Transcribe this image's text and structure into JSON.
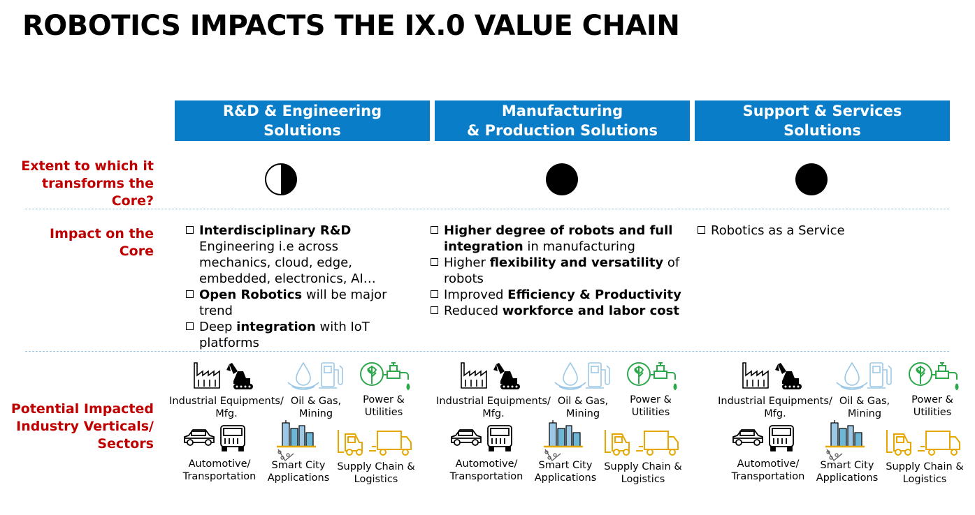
{
  "title": "ROBOTICS IMPACTS THE IX.0 VALUE CHAIN",
  "columns": [
    {
      "header": "R&D & Engineering\nSolutions",
      "extent": "half",
      "impacts": [
        {
          "parts": [
            {
              "t": "Interdisciplinary R&D",
              "b": true
            },
            {
              "t": " Engineering  i.e across mechanics, cloud, edge, embedded, electronics, AI…",
              "b": false
            }
          ]
        },
        {
          "parts": [
            {
              "t": "Open Robotics",
              "b": true
            },
            {
              "t": " will be major trend",
              "b": false
            }
          ]
        },
        {
          "parts": [
            {
              "t": "Deep ",
              "b": false
            },
            {
              "t": "integration",
              "b": true
            },
            {
              "t": " with IoT platforms",
              "b": false
            }
          ]
        }
      ]
    },
    {
      "header": "Manufacturing\n& Production Solutions",
      "extent": "full",
      "impacts": [
        {
          "parts": [
            {
              "t": "Higher degree of robots and full integration",
              "b": true
            },
            {
              "t": " in manufacturing",
              "b": false
            }
          ]
        },
        {
          "parts": [
            {
              "t": "Higher ",
              "b": false
            },
            {
              "t": "flexibility and versatility",
              "b": true
            },
            {
              "t": " of robots",
              "b": false
            }
          ]
        },
        {
          "parts": [
            {
              "t": "Improved  ",
              "b": false
            },
            {
              "t": "Efficiency & Productivity",
              "b": true
            }
          ]
        },
        {
          "parts": [
            {
              "t": "Reduced ",
              "b": false
            },
            {
              "t": "workforce and labor cost",
              "b": true
            }
          ]
        }
      ]
    },
    {
      "header": "Support & Services\nSolutions",
      "extent": "full",
      "impacts": [
        {
          "parts": [
            {
              "t": "Robotics as a Service",
              "b": false
            }
          ]
        }
      ]
    }
  ],
  "row_labels": {
    "extent": "Extent to which it\ntransforms the\nCore?",
    "impact": "Impact on the\nCore",
    "sectors": "Potential Impacted\nIndustry Verticals/\nSectors"
  },
  "sectors": [
    {
      "label": "Industrial Equipments/\nMfg.",
      "icon": "factory-excavator-icon"
    },
    {
      "label": "Oil & Gas,\nMining",
      "icon": "oil-gas-icon"
    },
    {
      "label": "Power &\nUtilities",
      "icon": "power-utilities-icon"
    },
    {
      "label": "Automotive/\nTransportation",
      "icon": "car-truck-icon"
    },
    {
      "label": "Smart City\nApplications",
      "icon": "city-icon"
    },
    {
      "label": "Supply Chain &\nLogistics",
      "icon": "forklift-truck-icon"
    }
  ],
  "colors": {
    "header_bg": "#0a7dc8",
    "label_red": "#c00000",
    "divider": "#9cc3e0",
    "gold": "#e6a800",
    "green": "#2aa84a",
    "light_blue": "#9cc8e6"
  }
}
